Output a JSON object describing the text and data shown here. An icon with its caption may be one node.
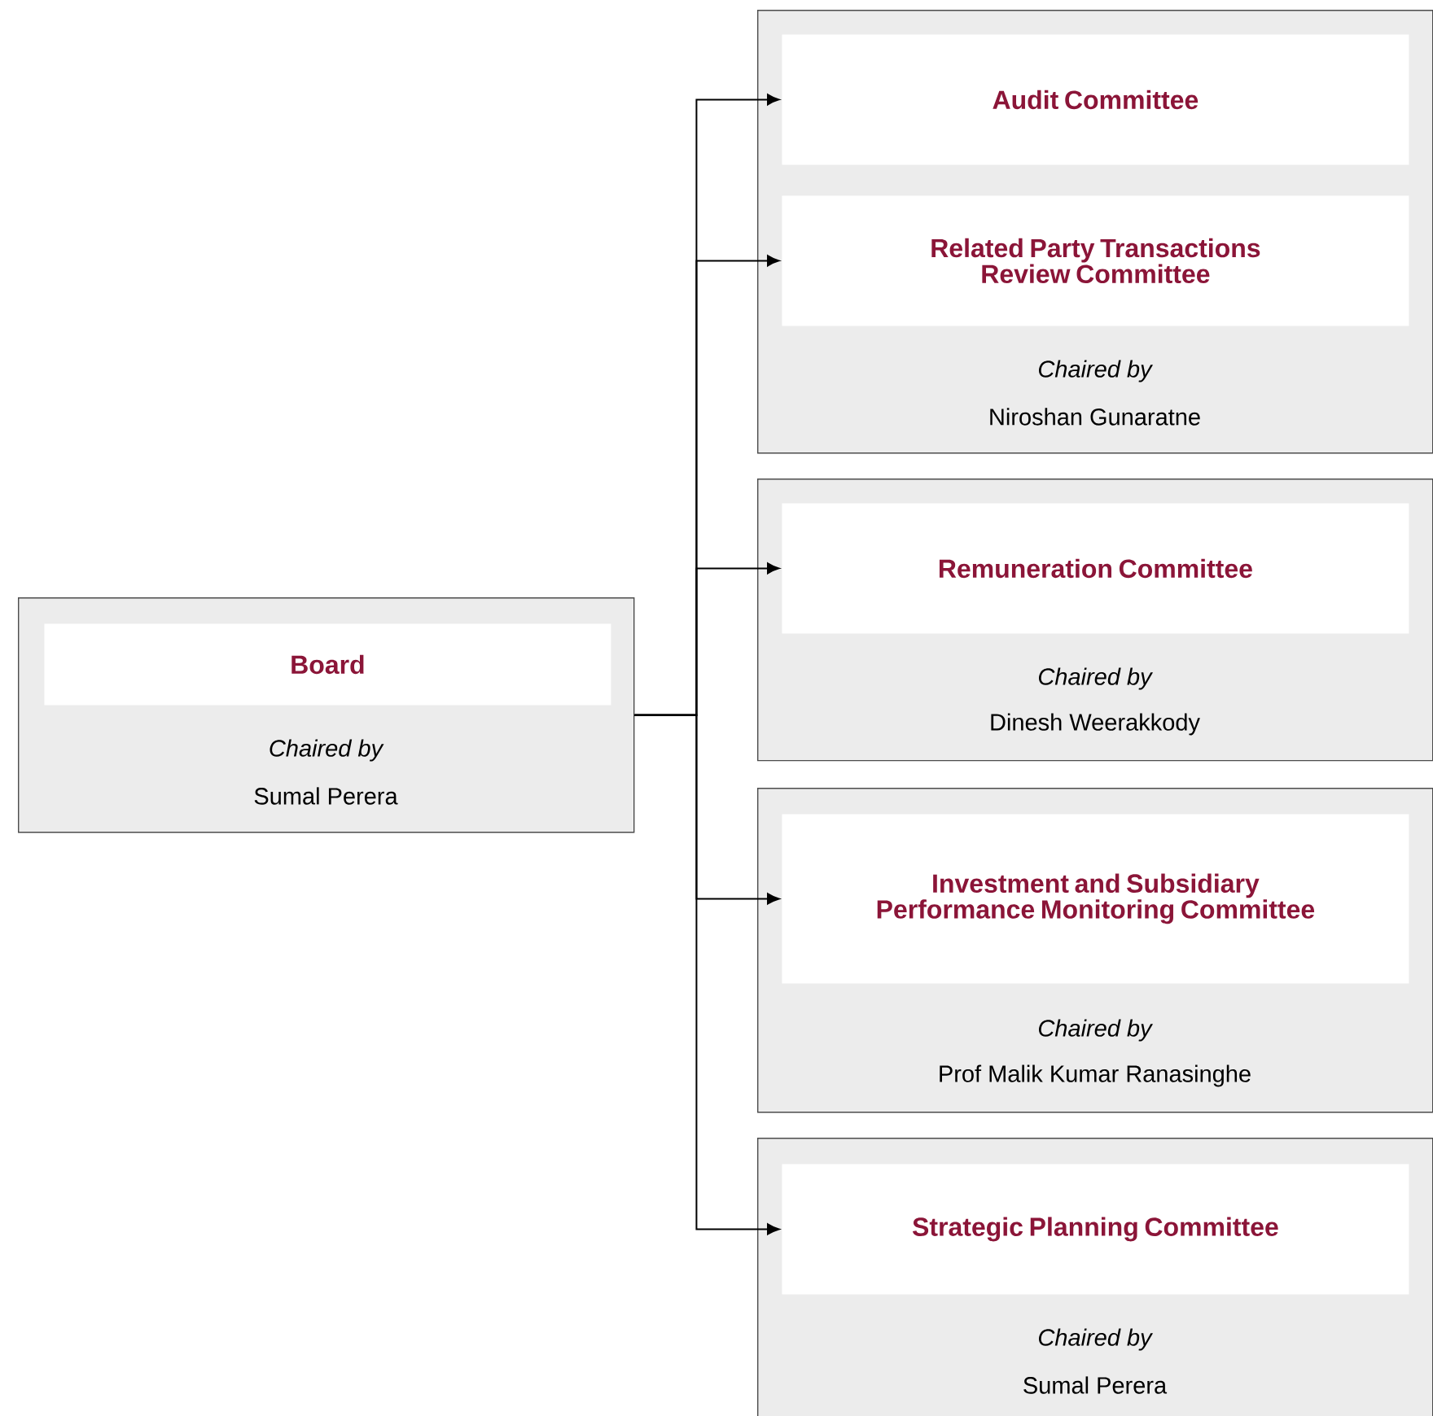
{
  "diagram": {
    "nodes": [
      {
        "text": [
          "Chaired by",
          "Sumal Perera"
        ]
      },
      {
        "text": [
          "Board"
        ],
        "in": 0
      },
      {
        "text": [
          "Chaired by",
          "Niroshan Gunaratne"
        ]
      },
      {
        "text": [
          "Audit Committee"
        ],
        "in": 2
      },
      {
        "text": [
          "Related Party Transactions Review Committee"
        ],
        "in": 2
      },
      {
        "text": [
          "Chaired by",
          "Dinesh Weerakkody"
        ]
      },
      {
        "text": [
          "Remuneration Committee"
        ],
        "in": 5
      },
      {
        "text": [
          "Chaired by",
          "Prof Malik Kumar Ranasinghe"
        ]
      },
      {
        "text": [
          "Investment and Subsidiary Performance Monitoring Committee"
        ],
        "in": 7
      },
      {
        "text": [
          "Chaired by",
          "Sumal Perera"
        ]
      },
      {
        "text": [
          "Strategic Planning Committee"
        ],
        "in": 9
      }
    ],
    "edges": [
      {
        "from": 0,
        "to": 3,
        "arrow": "to"
      },
      {
        "from": 0,
        "to": 4,
        "arrow": "to"
      },
      {
        "from": 0,
        "to": 6,
        "arrow": "to"
      },
      {
        "from": 0,
        "to": 8,
        "arrow": "to"
      },
      {
        "from": 0,
        "to": 10,
        "arrow": "to"
      }
    ]
  }
}
